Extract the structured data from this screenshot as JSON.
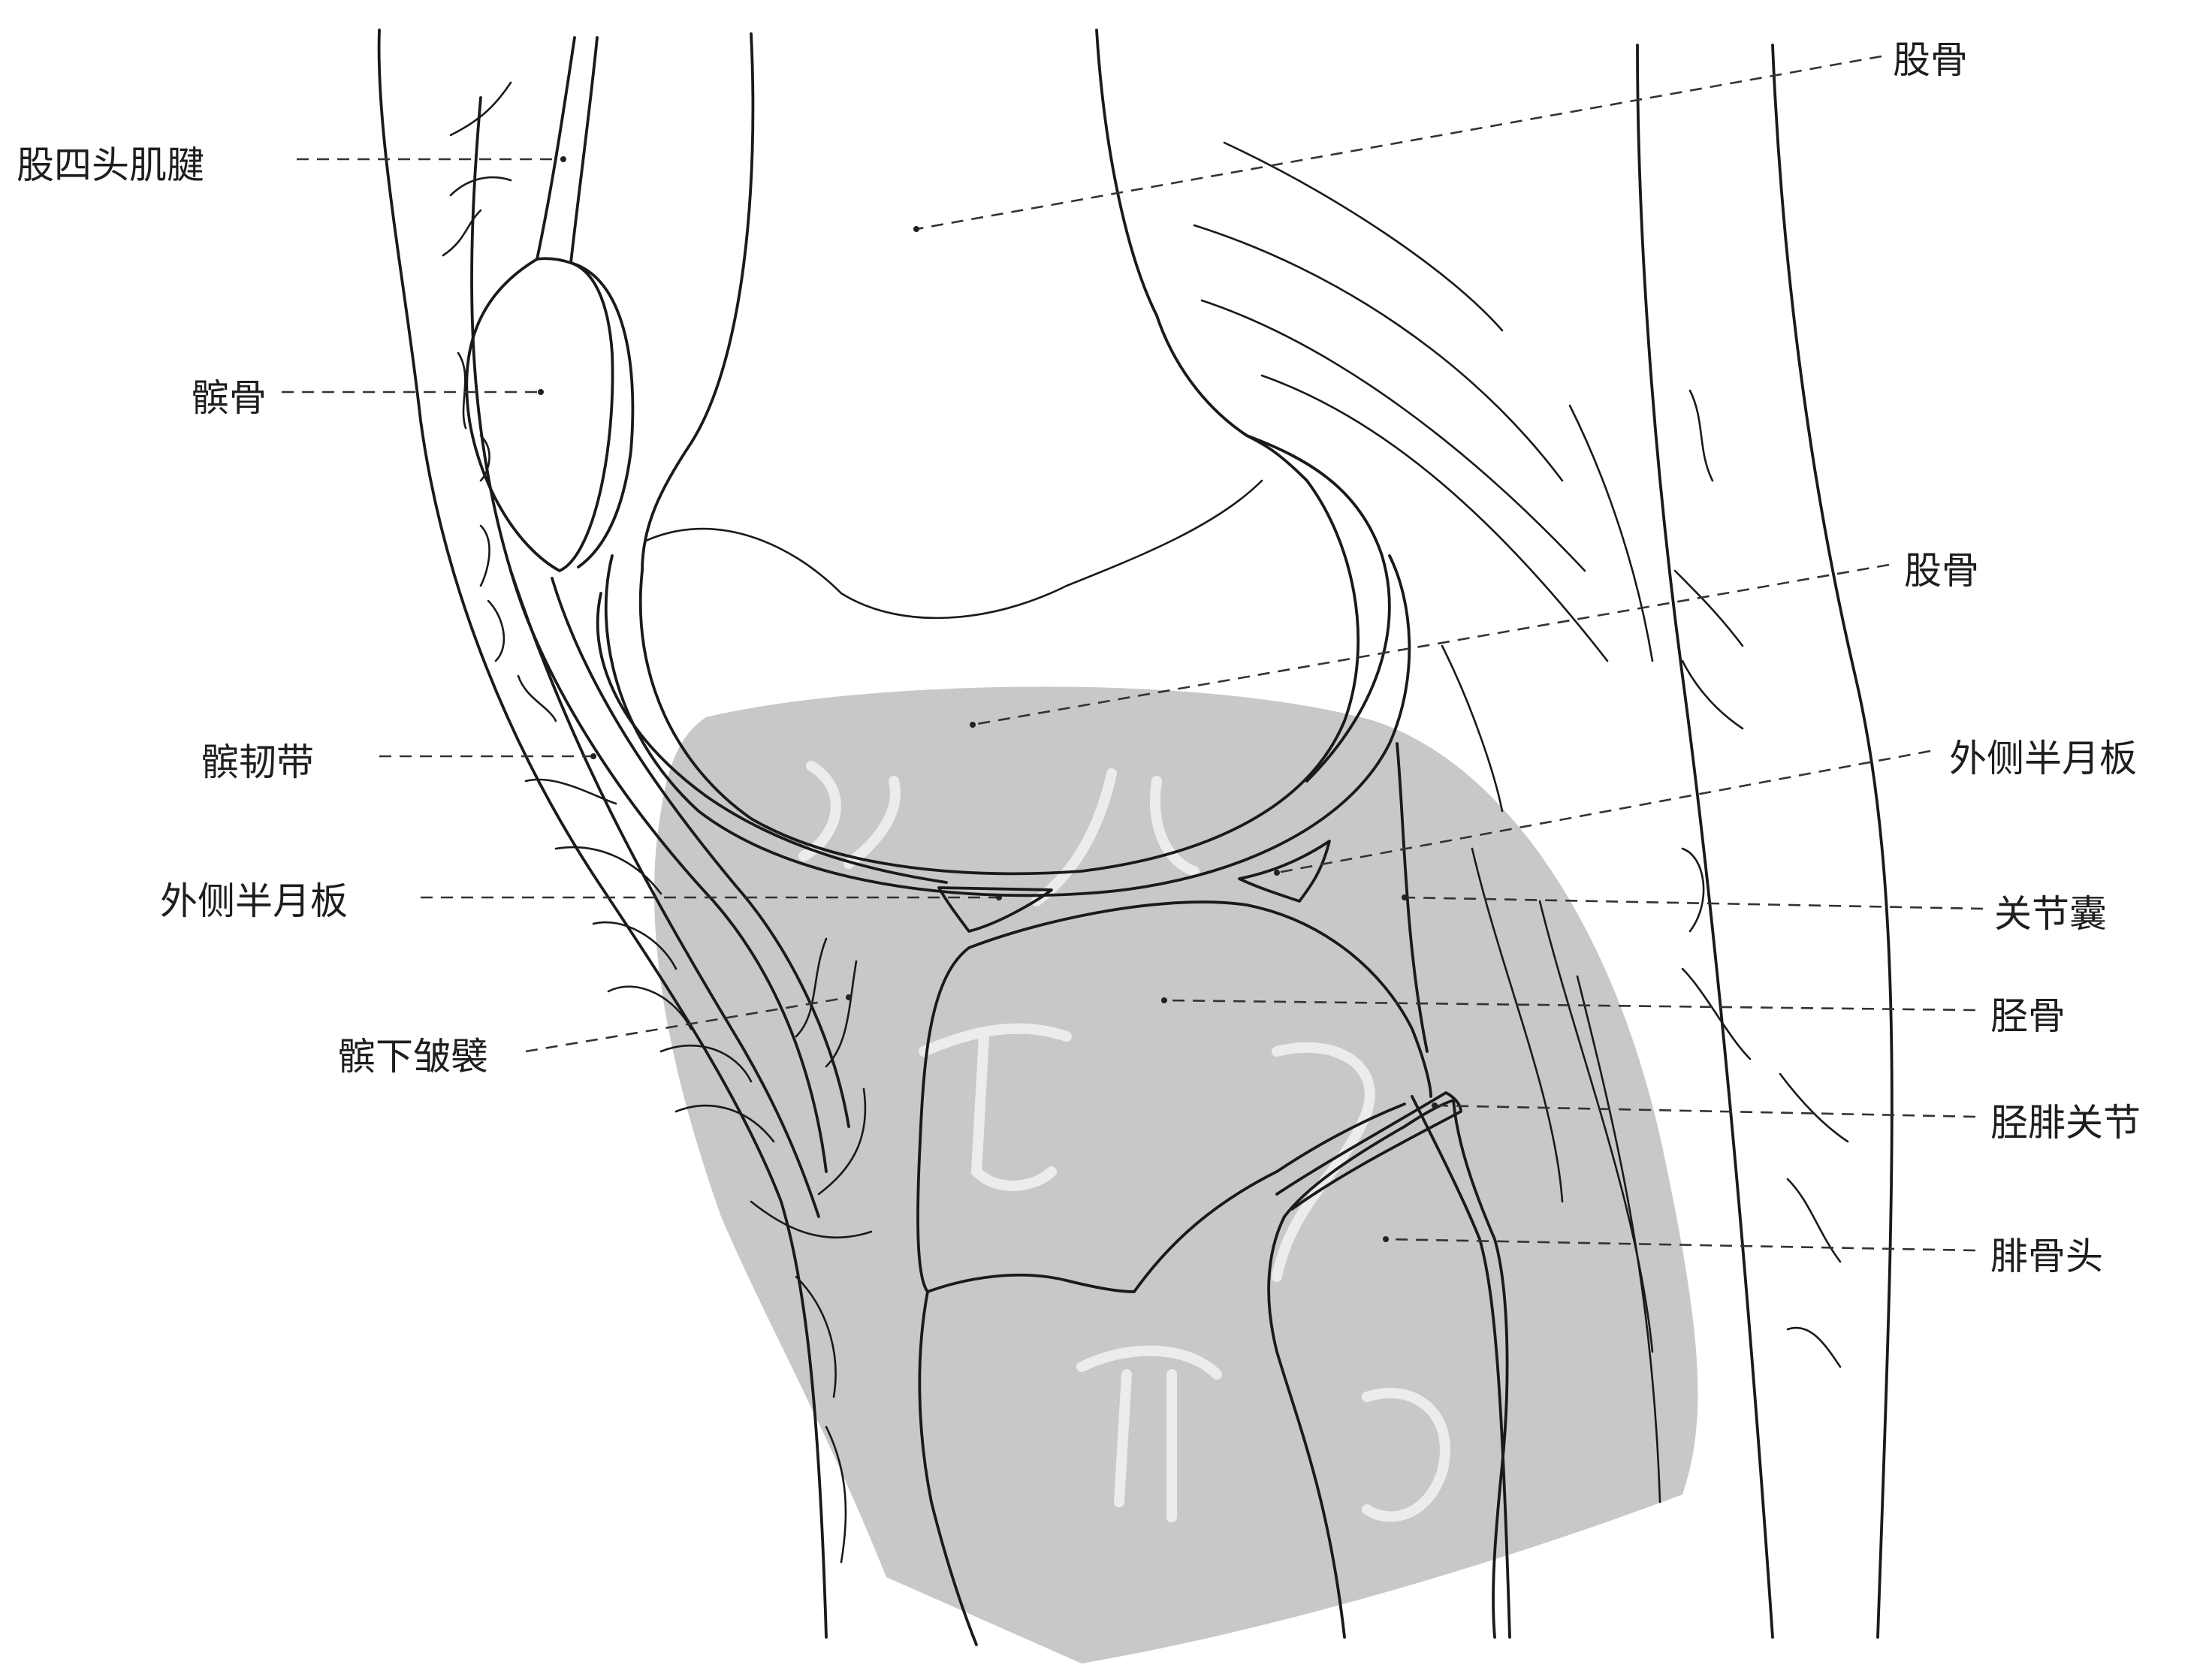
{
  "labels": {
    "quadriceps_tendon": "股四头肌腱",
    "patella": "髌骨",
    "patellar_ligament": "髌韧带",
    "lateral_meniscus_left": "外侧半月板",
    "infrapatellar_fold": "髌下皱襞",
    "femur_top": "股骨",
    "femur_condyle": "股骨",
    "lateral_meniscus_right": "外侧半月板",
    "joint_capsule": "关节囊",
    "tibia": "胫骨",
    "tibiofibular_joint": "胫腓关节",
    "fibular_head": "腓骨头"
  },
  "colors": {
    "line": "#1a1a1a",
    "watermark": "#c8c8c8",
    "background": "#ffffff"
  }
}
